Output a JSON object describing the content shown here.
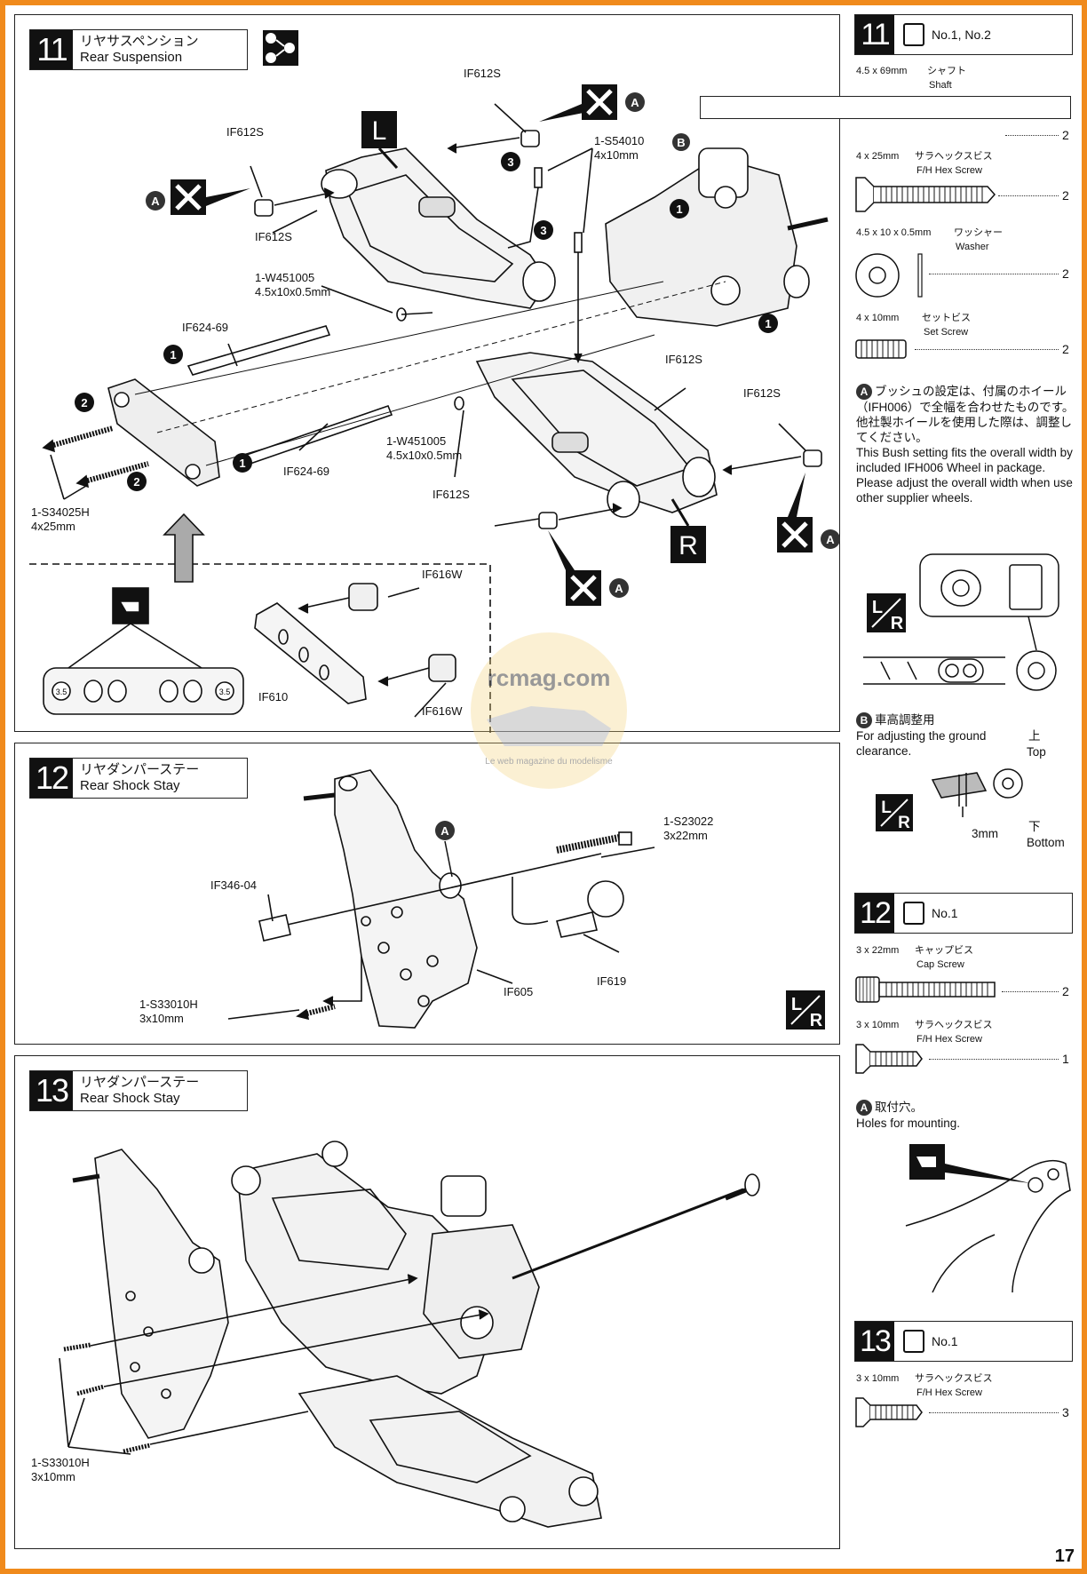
{
  "page_number": "17",
  "steps": [
    {
      "number": "11",
      "title_jp": "リヤサスペンション",
      "title_en": "Rear Suspension"
    },
    {
      "number": "12",
      "title_jp": "リヤダンパーステー",
      "title_en": "Rear Shock Stay"
    },
    {
      "number": "13",
      "title_jp": "リヤダンパーステー",
      "title_en": "Rear Shock Stay"
    }
  ],
  "step11_labels": {
    "l_marker": "L",
    "r_marker": "R",
    "if612s": "IF612S",
    "s54010": "1-S54010",
    "s54010_size": "4x10mm",
    "w451005": "1-W451005",
    "w451005_size": "4.5x10x0.5mm",
    "if624": "IF624-69",
    "s34025h": "1-S34025H",
    "s34025h_size": "4x25mm",
    "if616w": "IF616W",
    "if610": "IF610",
    "badge_a": "A",
    "badge_b": "B",
    "num1": "1",
    "num2": "2",
    "num3": "3",
    "block_marks": [
      "3.5",
      "3.5"
    ]
  },
  "step12_labels": {
    "s23022": "1-S23022",
    "s23022_size": "3x22mm",
    "if346": "IF346-04",
    "s33010h": "1-S33010H",
    "s33010h_size": "3x10mm",
    "if605": "IF605",
    "if619": "IF619",
    "badge_a": "A",
    "lr": "L/R"
  },
  "step13_labels": {
    "s33010h": "1-S33010H",
    "s33010h_size": "3x10mm"
  },
  "sidebar": {
    "s11": {
      "number": "11",
      "bag": "No.1, No.2",
      "parts": [
        {
          "size": "4.5 x 69mm",
          "jp": "シャフト",
          "en": "Shaft",
          "qty": "2"
        },
        {
          "size": "4 x 25mm",
          "jp": "サラヘックスビス",
          "en": "F/H Hex Screw",
          "qty": "2"
        },
        {
          "size": "4.5 x 10 x 0.5mm",
          "jp": "ワッシャー",
          "en": "Washer",
          "qty": "2"
        },
        {
          "size": "4 x 10mm",
          "jp": "セットビス",
          "en": "Set Screw",
          "qty": "2"
        }
      ],
      "note_a_jp": "ブッシュの設定は、付属のホイール（IFH006）で全幅を合わせたものです。他社製ホイールを使用した際は、調整してください。",
      "note_a_en": "This Bush setting fits the overall width by included IFH006 Wheel in package. Please adjust the overall width when use other supplier wheels.",
      "note_b_jp": "車高調整用",
      "note_b_en": "For adjusting the ground clearance.",
      "top_jp": "上",
      "top_en": "Top",
      "bottom_jp": "下",
      "bottom_en": "Bottom",
      "dim": "3mm",
      "lr": "L/R",
      "badge_a": "A",
      "badge_b": "B"
    },
    "s12": {
      "number": "12",
      "bag": "No.1",
      "parts": [
        {
          "size": "3 x 22mm",
          "jp": "キャップビス",
          "en": "Cap Screw",
          "qty": "2"
        },
        {
          "size": "3 x 10mm",
          "jp": "サラヘックスビス",
          "en": "F/H Hex Screw",
          "qty": "1"
        }
      ],
      "note_a_jp": "取付穴。",
      "note_a_en": "Holes for mounting.",
      "badge_a": "A"
    },
    "s13": {
      "number": "13",
      "bag": "No.1",
      "parts": [
        {
          "size": "3 x 10mm",
          "jp": "サラヘックスビス",
          "en": "F/H Hex Screw",
          "qty": "3"
        }
      ]
    }
  },
  "watermark": {
    "site": "rcmag.com",
    "tagline": "Le web magazine du modelisme"
  }
}
